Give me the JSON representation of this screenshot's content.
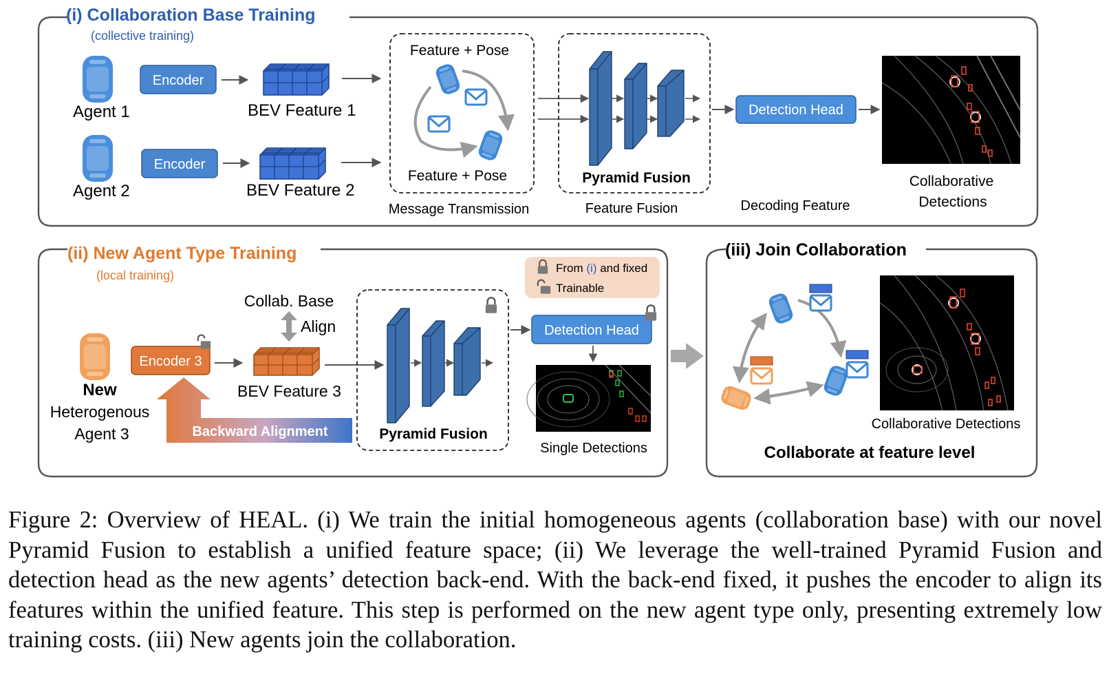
{
  "colors": {
    "blue": "#3b78c2",
    "blue_light": "#4a8fdb",
    "orange": "#e07a2f",
    "panel_border": "#555555",
    "legend_bg": "#f6d8c6",
    "title_i": "#2f5fae",
    "title_ii": "#e07a2f"
  },
  "panel_i": {
    "title": "(i) Collaboration Base Training",
    "subtitle": "(collective training)",
    "agent1": "Agent 1",
    "agent2": "Agent 2",
    "encoder": "Encoder",
    "bev1": "BEV Feature 1",
    "bev2": "BEV Feature 2",
    "feature_pose": "Feature + Pose",
    "message_transmission": "Message Transmission",
    "pyramid_fusion": "Pyramid Fusion",
    "feature_fusion": "Feature Fusion",
    "detection_head": "Detection Head",
    "decoding_feature": "Decoding Feature",
    "collab_detections_line1": "Collaborative",
    "collab_detections_line2": "Detections"
  },
  "panel_ii": {
    "title": "(ii) New Agent Type Training",
    "subtitle": "(local training)",
    "legend_fixed_prefix": "From ",
    "legend_fixed_ref": "(i)",
    "legend_fixed_suffix": " and fixed",
    "legend_trainable": "Trainable",
    "collab_base": "Collab. Base",
    "align": "Align",
    "encoder3": "Encoder 3",
    "bev3": "BEV Feature 3",
    "new_agent_line1": "New",
    "new_agent_line2": "Heterogenous",
    "new_agent_line3": "Agent 3",
    "backward_alignment": "Backward Alignment",
    "pyramid_fusion": "Pyramid Fusion",
    "detection_head": "Detection Head",
    "single_detections": "Single Detections"
  },
  "panel_iii": {
    "title": "(iii) Join Collaboration",
    "collab_detections": "Collaborative Detections",
    "collaborate_feature_level": "Collaborate at feature level"
  },
  "caption": {
    "text": "Figure 2: Overview of HEAL. (i) We train the initial homogeneous agents (collaboration base) with our novel Pyramid Fusion to establish a unified feature space; (ii) We leverage the well-trained Pyramid Fusion and detection head as the new agents’ detection back-end. With the back-end fixed, it pushes the encoder to align its features within the unified feature. This step is performed on the new agent type only, presenting extremely low training costs. (iii) New agents join the collaboration."
  }
}
